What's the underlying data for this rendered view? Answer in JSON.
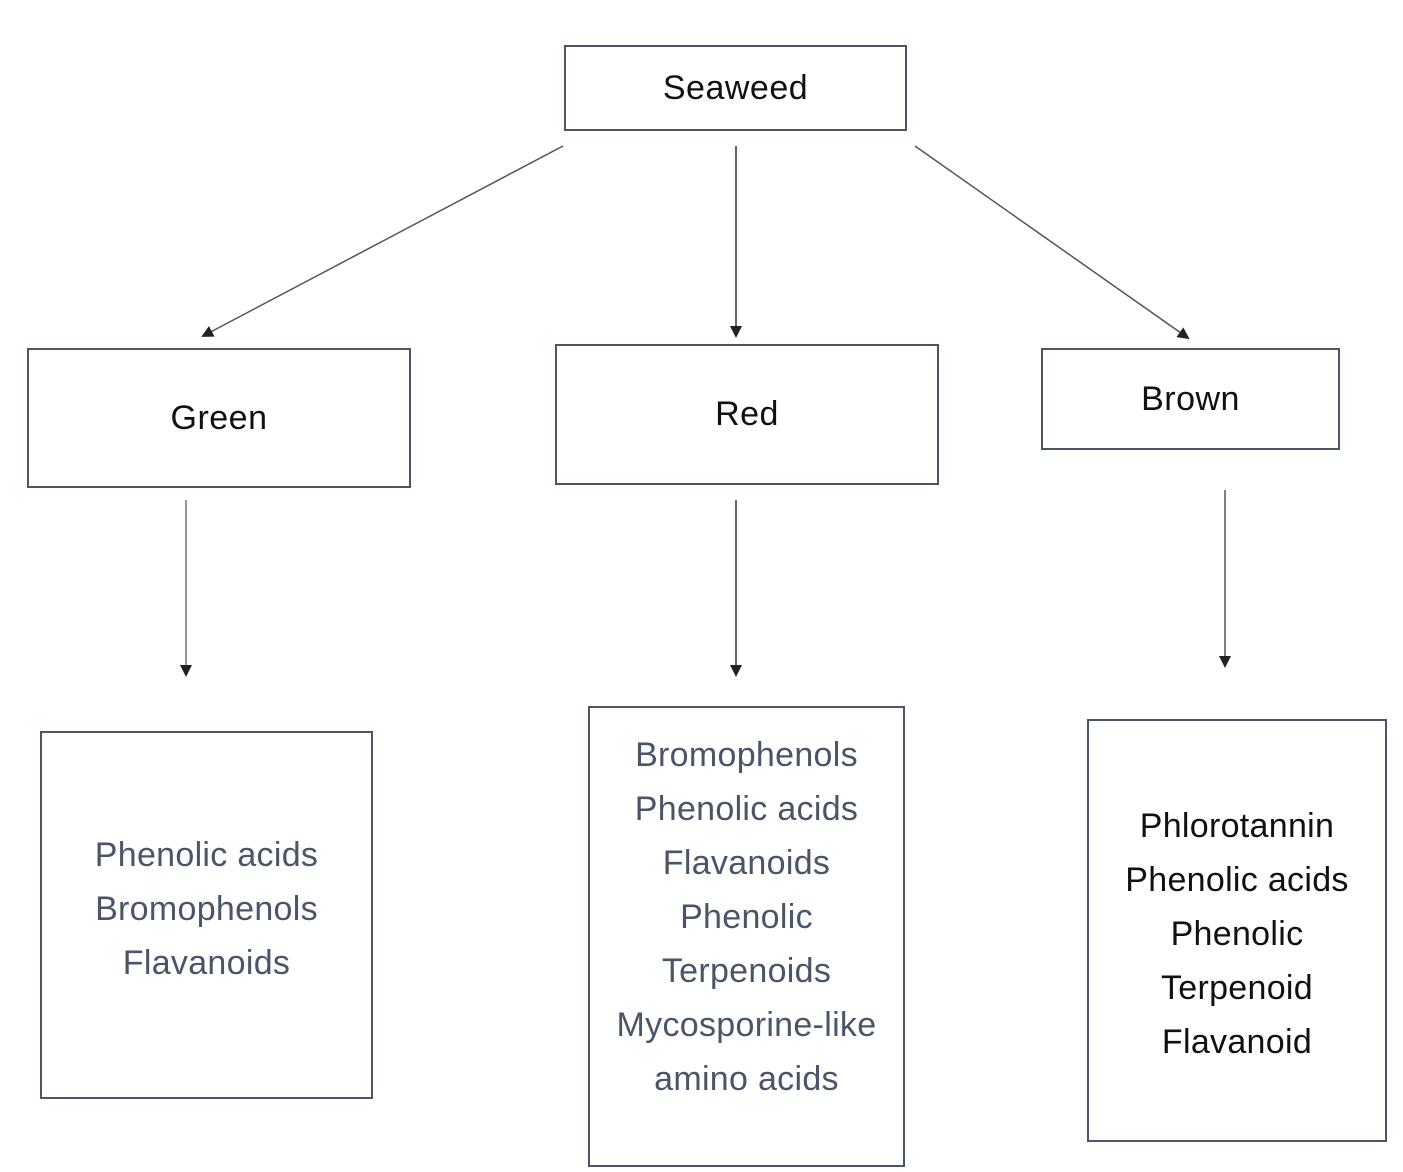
{
  "root": {
    "label": "Seaweed"
  },
  "groups": [
    {
      "label": "Green",
      "items": [
        "Phenolic acids",
        "Bromophenols",
        "Flavanoids"
      ]
    },
    {
      "label": "Red",
      "items": [
        "Bromophenols",
        "Phenolic acids",
        "Flavanoids",
        "Phenolic",
        "Terpenoids",
        "Mycosporine-like",
        "amino acids"
      ]
    },
    {
      "label": "Brown",
      "items": [
        "Phlorotannin",
        "Phenolic acids",
        "Phenolic",
        "Terpenoid",
        "Flavanoid"
      ]
    }
  ],
  "colors": {
    "border": "#4a5568",
    "arrow": "#333333",
    "text_dark": "#111111",
    "text_muted": "#4a5568"
  }
}
